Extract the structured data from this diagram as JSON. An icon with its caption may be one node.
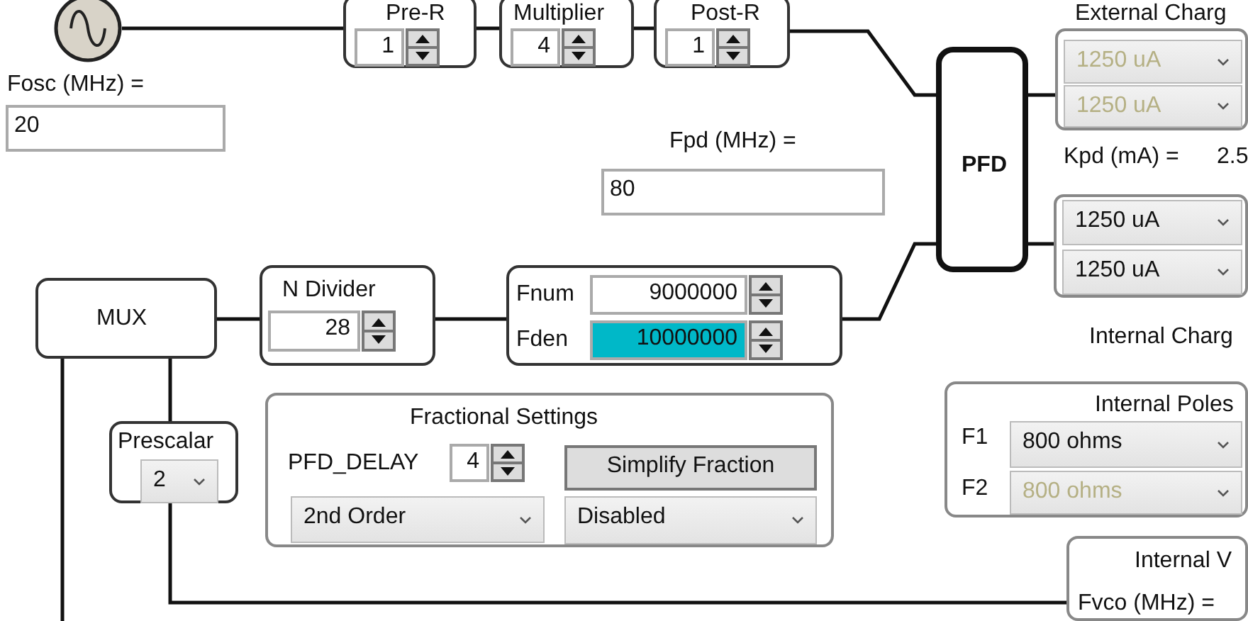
{
  "diagram": {
    "nodes": [
      {
        "text": [],
        "shape": "circle"
      },
      {
        "text": [
          "Pre-R",
          "1"
        ]
      },
      {
        "text": [
          "Multiplier",
          "4"
        ]
      },
      {
        "text": [
          "Post-R",
          "1"
        ]
      },
      {
        "text": [
          "PFD"
        ]
      },
      {
        "text": [
          "External Charg",
          "1250 uA",
          "1250 uA"
        ]
      },
      {
        "text": [
          "1250 uA",
          "1250 uA"
        ]
      },
      {
        "text": [
          "MUX"
        ]
      },
      {
        "text": [
          "N Divider",
          "28"
        ]
      },
      {
        "text": [
          "Fnum",
          "9000000",
          "Fden",
          "10000000"
        ]
      },
      {
        "text": [
          "Prescalar",
          "2"
        ]
      },
      {
        "text": [
          "Fractional Settings",
          "PFD_DELAY",
          "4",
          "Simplify Fraction",
          "2nd Order",
          "Disabled"
        ]
      },
      {
        "text": [
          "Internal Poles",
          "F1",
          "800 ohms",
          "F2",
          "800 ohms"
        ]
      },
      {
        "text": [
          "Internal V",
          "Fvco (MHz) ="
        ]
      }
    ],
    "edges": [
      {
        "from": 0,
        "to": 1,
        "arrow": "none"
      },
      {
        "from": 1,
        "to": 2,
        "arrow": "none"
      },
      {
        "from": 2,
        "to": 3,
        "arrow": "none"
      },
      {
        "from": 3,
        "to": 4,
        "arrow": "none"
      },
      {
        "from": 4,
        "to": 5,
        "arrow": "none"
      },
      {
        "from": 4,
        "to": 6,
        "arrow": "none"
      },
      {
        "from": 7,
        "to": 8,
        "arrow": "none"
      },
      {
        "from": 8,
        "to": 9,
        "arrow": "none"
      },
      {
        "from": 9,
        "to": 4,
        "arrow": "none"
      },
      {
        "from": 7,
        "to": 10,
        "arrow": "none"
      },
      {
        "from": 10,
        "to": 13,
        "arrow": "none"
      },
      {
        "from": 7,
        "to": null,
        "arrow": "none"
      }
    ],
    "labels": [
      "Fosc (MHz) =",
      "20",
      "Fpd (MHz) =",
      "80",
      "Kpd (mA) =",
      "2.5",
      "Internal Charg"
    ]
  }
}
